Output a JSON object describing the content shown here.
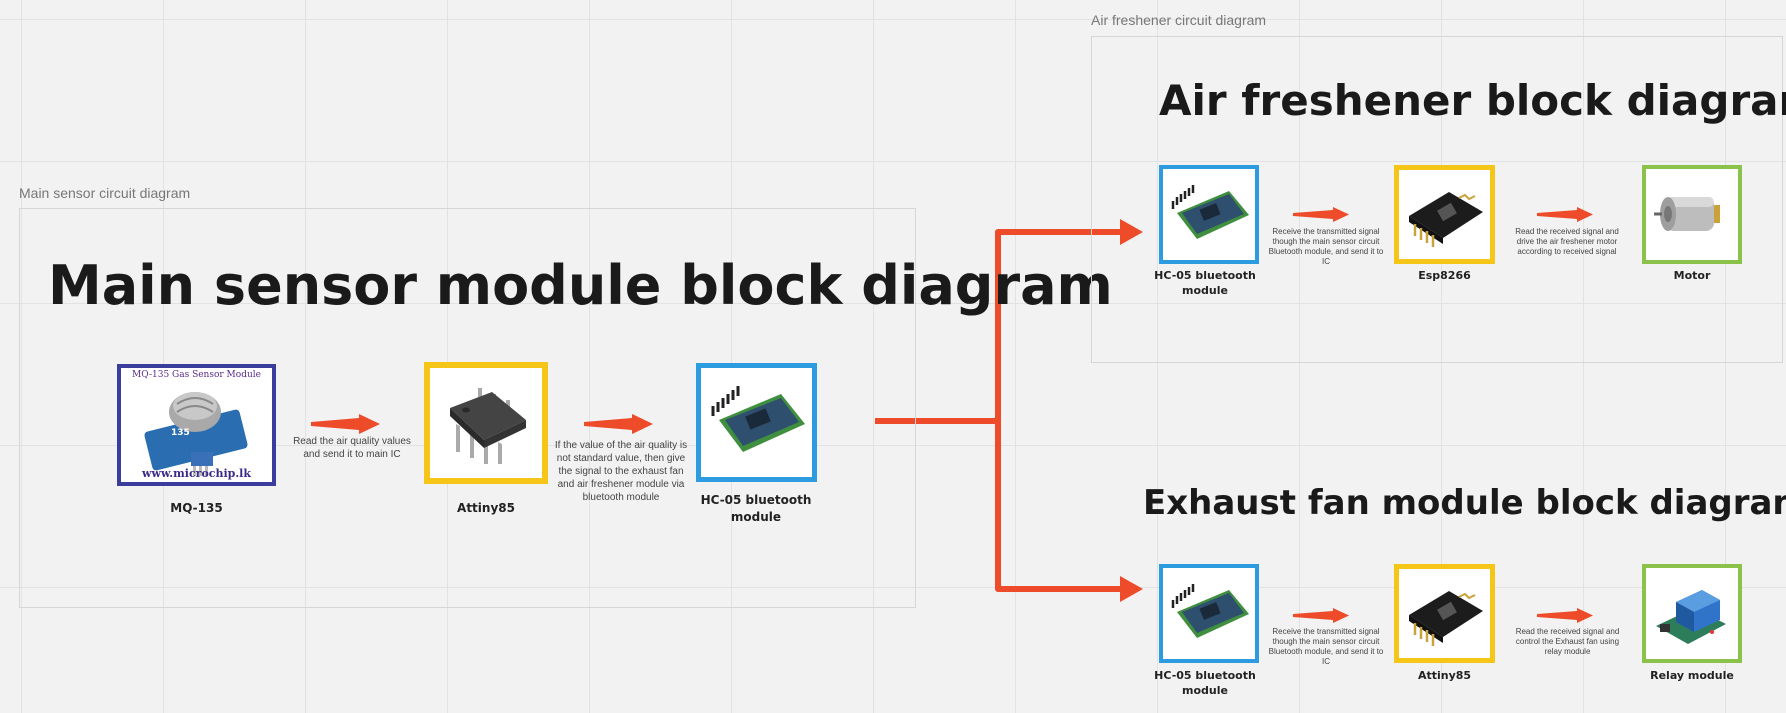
{
  "colors": {
    "connector": "#ee4b2b",
    "blue_border": "#2d9be0",
    "yellow_border": "#f5c518",
    "green_border": "#8bc34a",
    "navy_border": "#3b3d9c"
  },
  "main": {
    "frame_label": "Main sensor circuit diagram",
    "title": "Main sensor module block diagram",
    "mq135": {
      "caption": "MQ-135",
      "module_title": "MQ-135 Gas Sensor Module",
      "sensor_mark": "135",
      "url": "www.microchip.lk",
      "icon": "gas-sensor-icon"
    },
    "note1": "Read the air quality values and send it to main IC",
    "attiny": {
      "caption": "Attiny85",
      "icon": "ic-chip-icon"
    },
    "note2": "If the value of the air quality is not standard value, then give the signal to the exhaust fan and air freshener module via bluetooth module",
    "hc05": {
      "caption": "HC-05 bluetooth module",
      "icon": "bluetooth-module-icon"
    }
  },
  "freshener": {
    "frame_label": "Air freshener circuit diagram",
    "title": "Air freshener block diagram",
    "hc05": {
      "caption": "HC-05 bluetooth module",
      "icon": "bluetooth-module-icon"
    },
    "note1": "Receive the transmitted signal though the main sensor circuit Bluetooth module, and send it to IC",
    "esp": {
      "caption": "Esp8266",
      "icon": "wifi-module-icon"
    },
    "note2": "Read the received signal and drive the air freshener motor according to received signal",
    "motor": {
      "caption": "Motor",
      "icon": "dc-motor-icon"
    }
  },
  "exhaust": {
    "title": "Exhaust fan module block diagram",
    "hc05": {
      "caption": "HC-05 bluetooth module",
      "icon": "bluetooth-module-icon"
    },
    "note1": "Receive the transmitted signal though the main sensor circuit Bluetooth module, and send it to IC",
    "attiny": {
      "caption": "Attiny85",
      "icon": "wifi-module-icon"
    },
    "note2": "Read the received signal and control the Exhaust fan using relay module",
    "relay": {
      "caption": "Relay module",
      "icon": "relay-module-icon"
    }
  }
}
